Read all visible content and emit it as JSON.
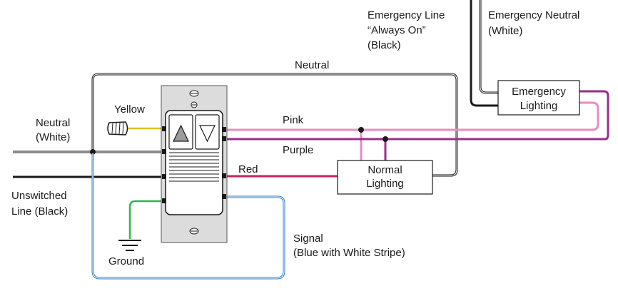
{
  "labels": {
    "neutral_top": "Neutral",
    "neutral_white_1": "Neutral",
    "neutral_white_2": "(White)",
    "yellow": "Yellow",
    "unswitched_1": "Unswitched",
    "unswitched_2": "Line (Black)",
    "ground": "Ground",
    "pink": "Pink",
    "purple": "Purple",
    "red": "Red",
    "signal_1": "Signal",
    "signal_2": "(Blue with White Stripe)",
    "emergency_line_1": "Emergency Line",
    "emergency_line_2": "“Always On”",
    "emergency_line_3": "(Black)",
    "emergency_neutral_1": "Emergency Neutral",
    "emergency_neutral_2": "(White)"
  },
  "boxes": {
    "normal_1": "Normal",
    "normal_2": "Lighting",
    "emergency_1": "Emergency",
    "emergency_2": "Lighting"
  },
  "colors": {
    "pink": "#e88cbf",
    "purple": "#9b2c8e",
    "red": "#c8205a",
    "yellow": "#d8c21e",
    "green": "#2db84a",
    "blue": "#2f7fc6",
    "black": "#1a1a1a",
    "switch_body": "#dcdcdc"
  }
}
